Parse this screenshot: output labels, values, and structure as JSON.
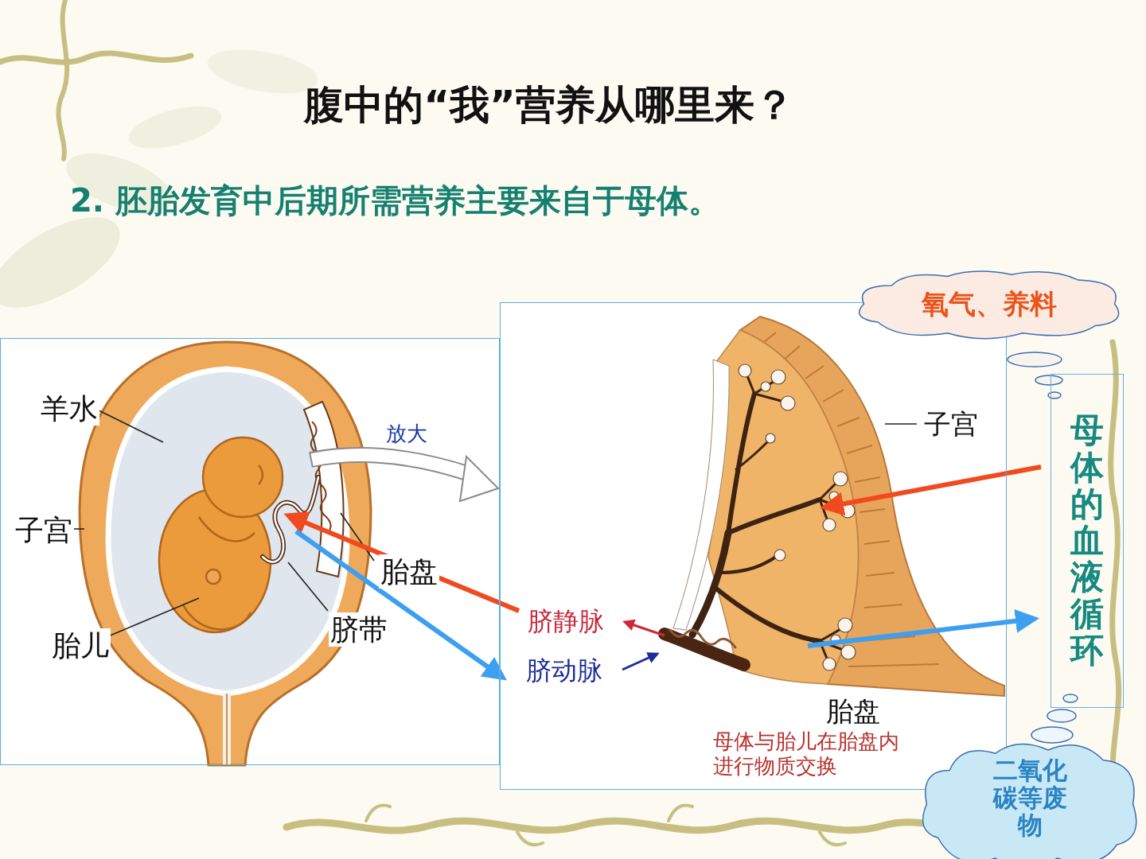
{
  "diagram": {
    "title": "腹中的“我”营养从哪里来？",
    "nodes": [
      {
        "text": [
          "羊水",
          "子宫",
          "胎儿",
          "胎盘",
          "脐带"
        ]
      },
      {
        "text": [
          "子宫",
          "脐静脉",
          "脐动脉",
          "胎盘",
          "母体与胎儿在胎盘内 进行物质交换"
        ]
      },
      {
        "text": [
          "氧气、养料"
        ]
      },
      {
        "text": [
          "母体的血液循环"
        ]
      },
      {
        "text": [
          "二氧化碳等废物"
        ]
      }
    ],
    "labels": [
      "2. 胚胎发育中后期所需营养主要来自于母体。",
      "放大"
    ]
  }
}
